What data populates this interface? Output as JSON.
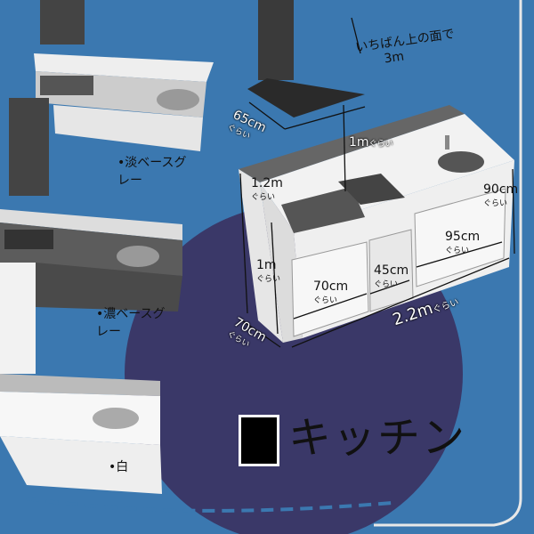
{
  "title": "キッチン",
  "colors": {
    "background": "#3b78b0",
    "circle": "#3a3868",
    "light_gray": "#e6e6e6",
    "dark_gray": "#4a4a4a",
    "white": "#f7f7f7"
  },
  "variants": [
    {
      "label": "•淡ベースグレー"
    },
    {
      "label": "•濃ベースグレー"
    },
    {
      "label": "•白"
    }
  ],
  "annotations": {
    "ceiling": {
      "line1": "いちばん上の面で",
      "line2": "3m"
    },
    "hood_depth": {
      "value": "65cm",
      "suffix": "ぐらい"
    },
    "hood_gap": {
      "value": "1m",
      "suffix": "ぐらい"
    },
    "stove_width": {
      "value": "1.2m",
      "suffix": "ぐらい"
    },
    "height": {
      "value": "90cm",
      "suffix": "ぐらい"
    },
    "left_height": {
      "value": "1m",
      "suffix": "ぐらい"
    },
    "oven_width": {
      "value": "70cm",
      "suffix": "ぐらい"
    },
    "drawer_width": {
      "value": "45cm",
      "suffix": "ぐらい"
    },
    "cabinet_width": {
      "value": "95cm",
      "suffix": "ぐらい"
    },
    "total_width": {
      "value": "2.2m",
      "suffix": "ぐらい"
    },
    "depth": {
      "value": "70cm",
      "suffix": "ぐらい"
    }
  }
}
